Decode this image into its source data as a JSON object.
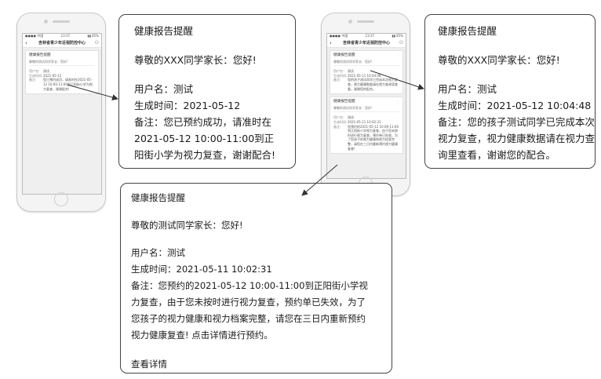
{
  "phone1": {
    "status_left": "●●●● 中国",
    "status_time": "13:37",
    "status_right": "▮▮ 85%",
    "app_title": "吉林省青少年近视防控中心",
    "messages": [
      {
        "title": "健康报告提醒",
        "greeting": "尊敬的测试同学家长：您好!",
        "user_label": "用户名:",
        "user_value": "测试",
        "time_label": "生成时间:",
        "time_value": "2021-05-12",
        "note_label": "备注:",
        "note_value": "您已预约成功，请准时在2021-05-12 10:00-11:00到正阳街小学为视力复查，谢谢配合!"
      }
    ]
  },
  "phone2": {
    "status_left": "●●●● 中国",
    "status_time": "13:37",
    "status_right": "▮▮ 85%",
    "app_title": "吉林省青少年近视防控中心",
    "messages": [
      {
        "title": "健康报告提醒",
        "greeting": "尊敬的测试同学家长：您好!",
        "user_label": "用户名:",
        "user_value": "测试",
        "time_label": "生成时间:",
        "time_value": "2021-05-11 10:04:48",
        "note_label": "备注:",
        "note_value": "您的孩子测试同学已完成本次视力复查，视力健康数据请在视力查询里查看，谢谢您的配合。"
      },
      {
        "title": "健康报告提醒",
        "greeting": "尊敬的测试同学家长：您好!",
        "user_label": "用户名:",
        "user_value": "测试",
        "time_label": "生成时间:",
        "time_value": "2021-05-11 10:02:31",
        "note_label": "备注:",
        "note_value": "您预约的2021-05-12 10:00-11:00到正阳街小学视力复查，由于您未按时进行视力复查，预约单已失效，为了您孩子的视力健康和视力档案完整，请您在三日内重新预约视力健康复查!"
      }
    ]
  },
  "card1": {
    "title": "健康报告提醒",
    "greeting": "尊敬的XXX同学家长：您好!",
    "user": "用户名：测试",
    "time": "生成时间：2021-05-12",
    "note_lines": [
      "备注：您已预约成功，请准时在",
      "2021-05-12 10:00-11:00到正",
      "阳街小学为视力复查，谢谢配合!"
    ]
  },
  "card2": {
    "title": "健康报告提醒",
    "greeting": "尊敬的XXX同学家长：您好!",
    "user": "用户名：测试",
    "time": "生成时间：2021-05-12 10:04:48",
    "note_lines": [
      "备注：您的孩子测试同学已完成本次",
      "视力复查，视力健康数据请在视力查",
      "询里查看，谢谢您的配合。"
    ]
  },
  "card3": {
    "title": "健康报告提醒",
    "greeting": "尊敬的测试同学家长：您好!",
    "user": "用户名：测试",
    "time": "生成时间：2021-05-11 10:02:31",
    "note_lines": [
      "备注：您预约的2021-05-12 10:00-11:00到正阳街小学视",
      "力复查，由于您未按时进行视力复查，预约单已失效，为了",
      "您孩子的视力健康和视力档案完整，请您在三日内重新预约",
      "视力健康复查! 点击详情进行预约。"
    ],
    "view_details": "查看详情"
  },
  "colors": {
    "border": "#444444",
    "phone_bg": "#f4f4f4",
    "screen_bg": "#efefef"
  }
}
